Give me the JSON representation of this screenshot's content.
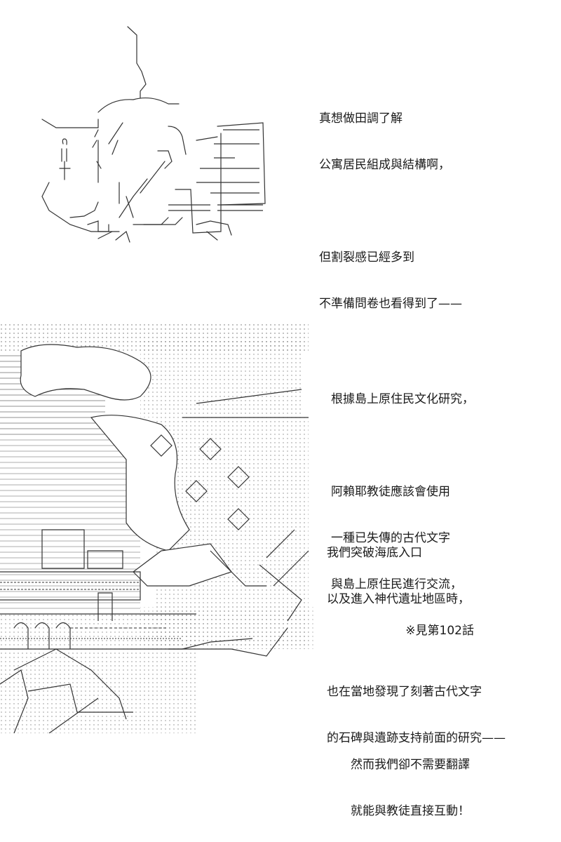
{
  "panel1": {
    "lines_a": [
      "真想做田調了解",
      "公寓居民組成與結構啊，"
    ],
    "lines_b": [
      "但割裂感已經多到",
      "不準備問卷也看得到了——"
    ]
  },
  "panel2": {
    "intro": [
      "根據島上原住民文化研究，"
    ],
    "body": [
      "阿賴耶教徒應該會使用",
      "一種已失傳的古代文字",
      "與島上原住民進行交流，"
    ],
    "note": "※見第102話"
  },
  "panel3": {
    "lines_a": [
      "我們突破海底入口",
      "以及進入神代遺址地區時，"
    ],
    "lines_b": [
      "也在當地發現了刻著古代文字",
      "的石碑與遺跡支持前面的研究——"
    ]
  },
  "panel4": {
    "lines": [
      "然而我們卻不需要翻譯",
      "就能與教徒直接互動！"
    ]
  }
}
